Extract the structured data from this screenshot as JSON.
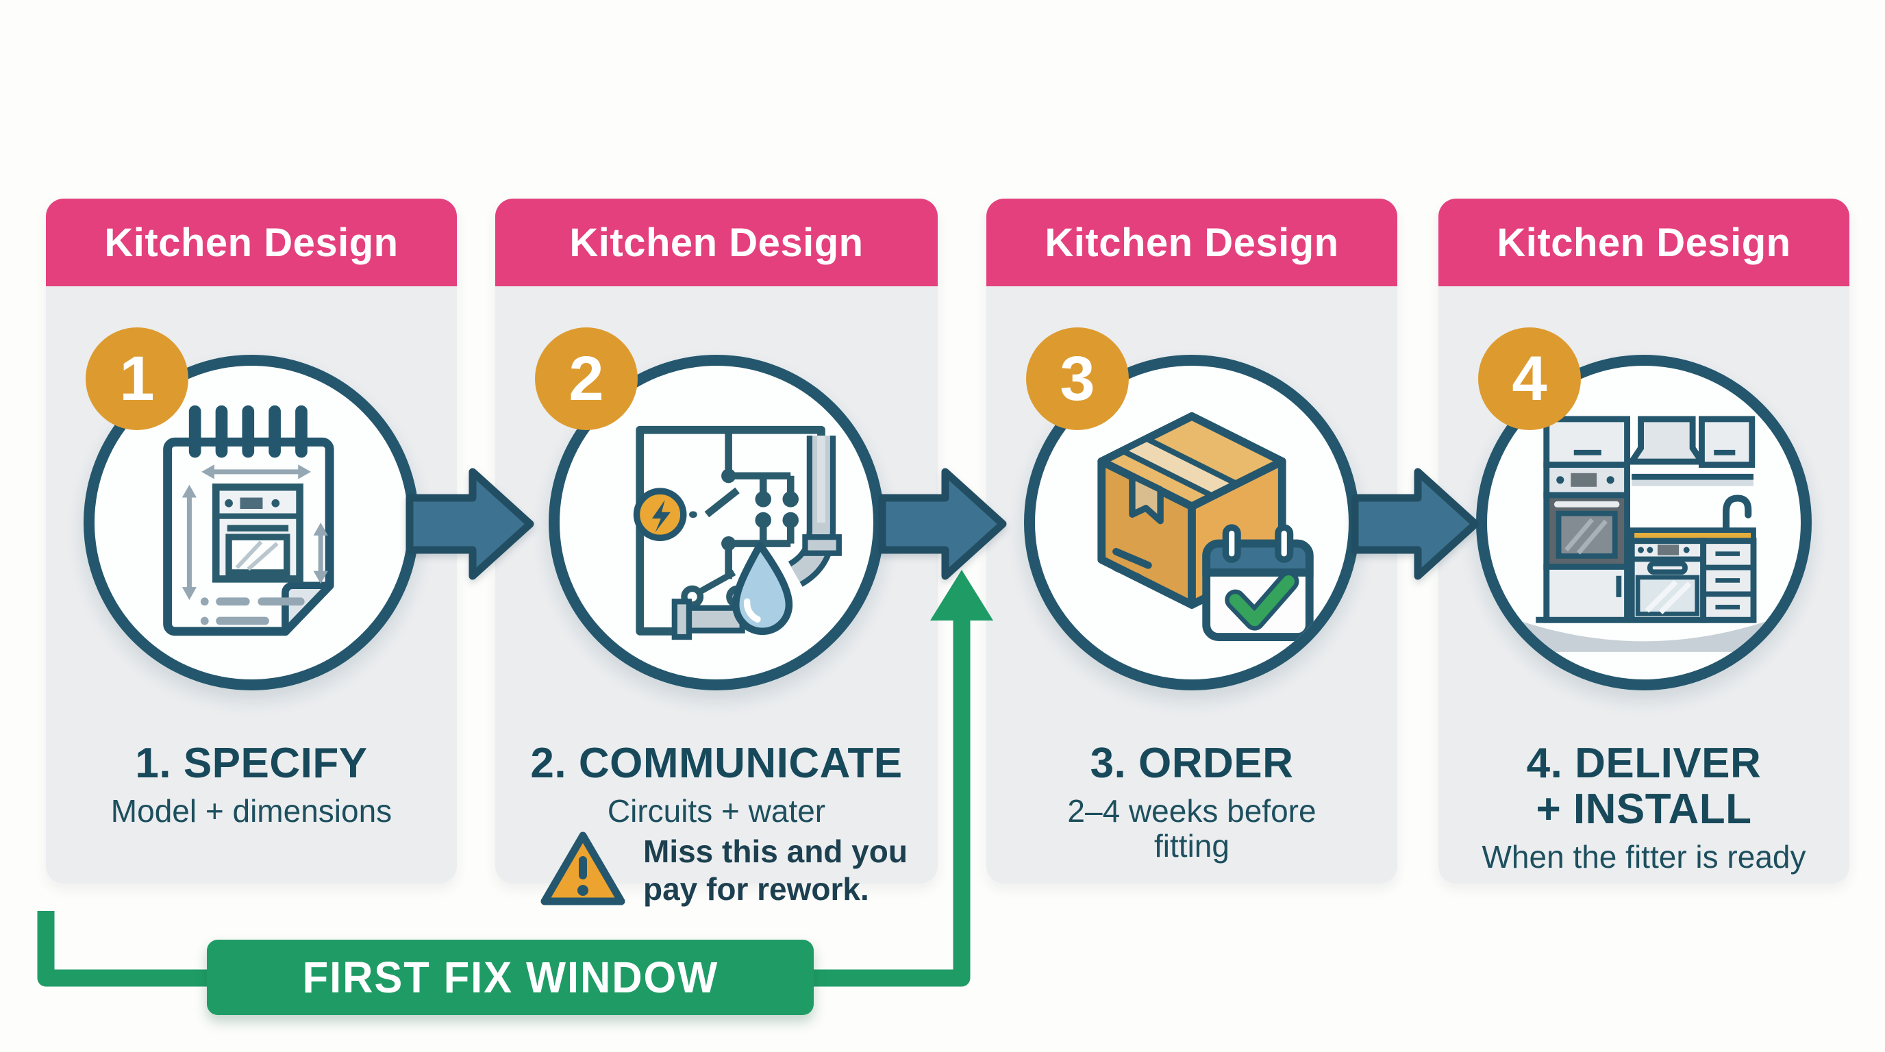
{
  "steps": [
    {
      "header": "Kitchen Design",
      "number": "1",
      "title": "1. SPECIFY",
      "subtitle": "Model + dimensions",
      "icon": "notepad-dimensions-icon"
    },
    {
      "header": "Kitchen Design",
      "number": "2",
      "title": "2. COMMUNICATE",
      "subtitle": "Circuits + water",
      "warning": "Miss this and you\npay for rework.",
      "icon": "circuit-water-icon"
    },
    {
      "header": "Kitchen Design",
      "number": "3",
      "title": "3. ORDER",
      "subtitle": "2–4 weeks before\nfitting",
      "icon": "box-calendar-icon"
    },
    {
      "header": "Kitchen Design",
      "number": "4",
      "title": "4. DELIVER\n+ INSTALL",
      "subtitle": "When the fitter is ready",
      "icon": "kitchen-units-icon"
    }
  ],
  "banner": {
    "label": "FIRST FIX WINDOW"
  },
  "colors": {
    "header_pink": "#e4407e",
    "badge_orange": "#dd9b2f",
    "outline_teal": "#24576d",
    "arrow_teal": "#3d7390",
    "accent_green": "#1f9c66",
    "card_gray": "#ebedef",
    "title_text": "#17495b"
  }
}
